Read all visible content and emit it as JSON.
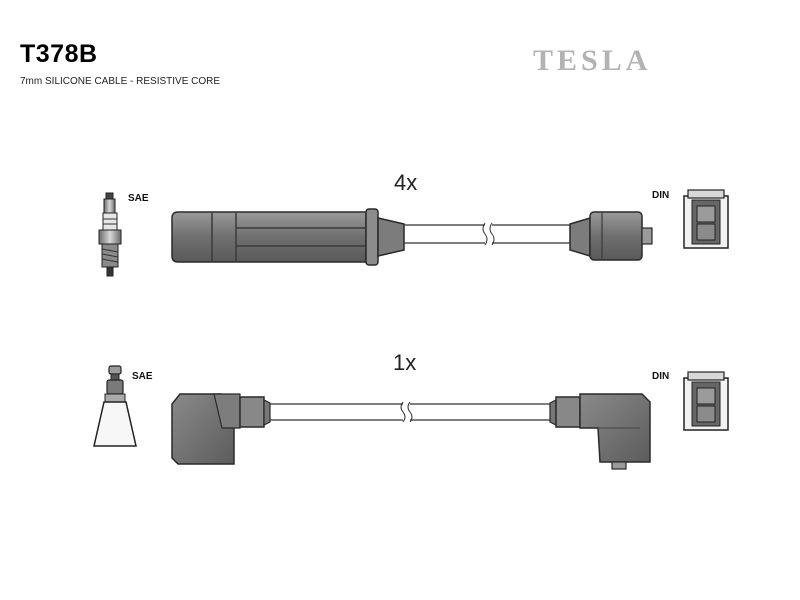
{
  "header": {
    "part_code": "T378B",
    "description": "7mm SILICONE CABLE - RESISTIVE CORE",
    "brand": "TESLA"
  },
  "cables": [
    {
      "quantity": "4x",
      "left_label": "SAE",
      "right_label": "DIN"
    },
    {
      "quantity": "1x",
      "left_label": "SAE",
      "right_label": "DIN"
    }
  ],
  "colors": {
    "boot_fill": "#7a7a7a",
    "boot_dark": "#5e5e5e",
    "outline": "#2a2a2a",
    "brand_gray": "#b3b3b3"
  },
  "icons": [
    "spark-plug-icon",
    "sae-terminal-icon",
    "din-terminal-icon"
  ]
}
